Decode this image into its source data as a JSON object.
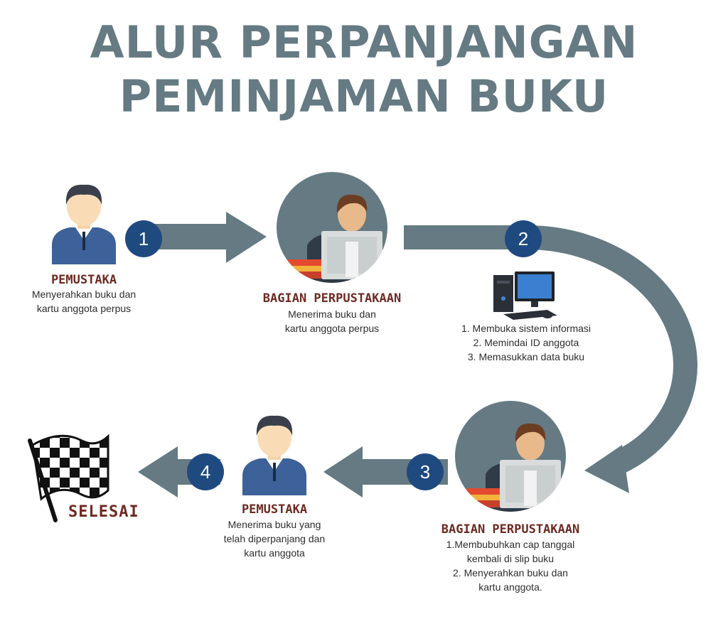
{
  "title": {
    "line1": "ALUR PERPANJANGAN",
    "line2": "PEMINJAMAN BUKU"
  },
  "steps": [
    {
      "number": "1"
    },
    {
      "number": "2"
    },
    {
      "number": "3"
    },
    {
      "number": "4"
    }
  ],
  "nodes": {
    "pemustaka_start": {
      "label": "PEMUSTAKA",
      "desc": [
        "Menyerahkan buku dan",
        "kartu anggota perpus"
      ]
    },
    "perpustakaan_receive": {
      "label": "BAGIAN PERPUSTAKAAN",
      "desc": [
        "Menerima buku dan",
        "kartu anggota perpus"
      ]
    },
    "computer_process": {
      "desc": [
        "1. Membuka sistem informasi",
        "2. Memindai ID anggota",
        "3. Memasukkan data buku"
      ]
    },
    "perpustakaan_stamp": {
      "label": "BAGIAN PERPUSTAKAAN",
      "desc": [
        "1.Membubuhkan cap tanggal",
        "kembali di slip buku",
        "2. Menyerahkan buku dan",
        "kartu anggota."
      ]
    },
    "pemustaka_end": {
      "label": "PEMUSTAKA",
      "desc": [
        "Menerima buku yang",
        "telah diperpanjang dan",
        "kartu anggota"
      ]
    },
    "finish": {
      "label": "SELESAI"
    }
  },
  "colors": {
    "arrow": "#657a83",
    "number_badge": "#1f4a80",
    "label": "#6e2a22",
    "title": "#657a83"
  },
  "icons": [
    "person-icon",
    "librarian-icon",
    "computer-icon",
    "checkered-flag-icon"
  ]
}
